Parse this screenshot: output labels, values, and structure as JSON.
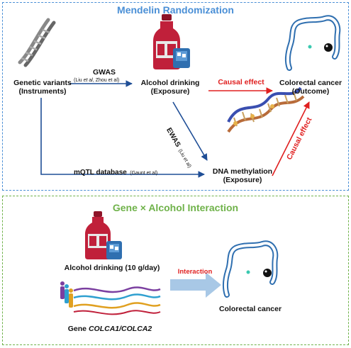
{
  "mr_panel": {
    "title": "Mendelin Randomization",
    "genetic_variants": "Genetic variants",
    "instruments": "(Instruments)",
    "gwas": "GWAS",
    "gwas_refs_prefix": "(Liu ",
    "gwas_refs_italic": "et al",
    "gwas_refs_suffix": ", Zhou et al)",
    "alcohol_drinking": "Alcohol drinking",
    "exposure": "(Exposure)",
    "causal_effect": "Causal effect",
    "colorectal_cancer": "Colorectal cancer",
    "outcome": "(Outcome)",
    "ewas": "EWAS",
    "ewas_refs": "(Liu et al)",
    "mqtl": "mQTL database",
    "mqtl_refs": "(Gaunt et al)",
    "dna_methylation": "DNA methylation",
    "dna_exposure": "(Exposure)",
    "causal_effect_diag": "Causal effect"
  },
  "gxa_panel": {
    "title": "Gene × Alcohol Interaction",
    "alcohol_drinking": "Alcohol drinking (10 g/day)",
    "interaction": "Interaction",
    "colorectal_cancer": "Colorectal cancer",
    "gene_prefix": "Gene ",
    "gene_names": "COLCA1/COLCA2"
  },
  "colors": {
    "mr_border": "#4a8fd6",
    "gxa_border": "#6fb24a",
    "mr_title": "#4a8fd6",
    "gxa_title": "#6fb24a",
    "arrow_blue": "#1f4e96",
    "arrow_red": "#e02020",
    "bottle": "#c0203a",
    "glass": "#2f6fb0"
  }
}
